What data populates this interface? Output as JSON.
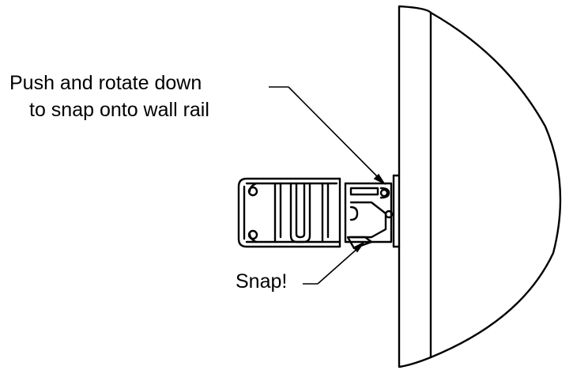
{
  "annotations": {
    "push_rotate_line1": "Push and rotate down",
    "push_rotate_line2": "to snap onto wall rail",
    "snap": "Snap!"
  },
  "colors": {
    "stroke": "#000000",
    "background": "#ffffff"
  }
}
